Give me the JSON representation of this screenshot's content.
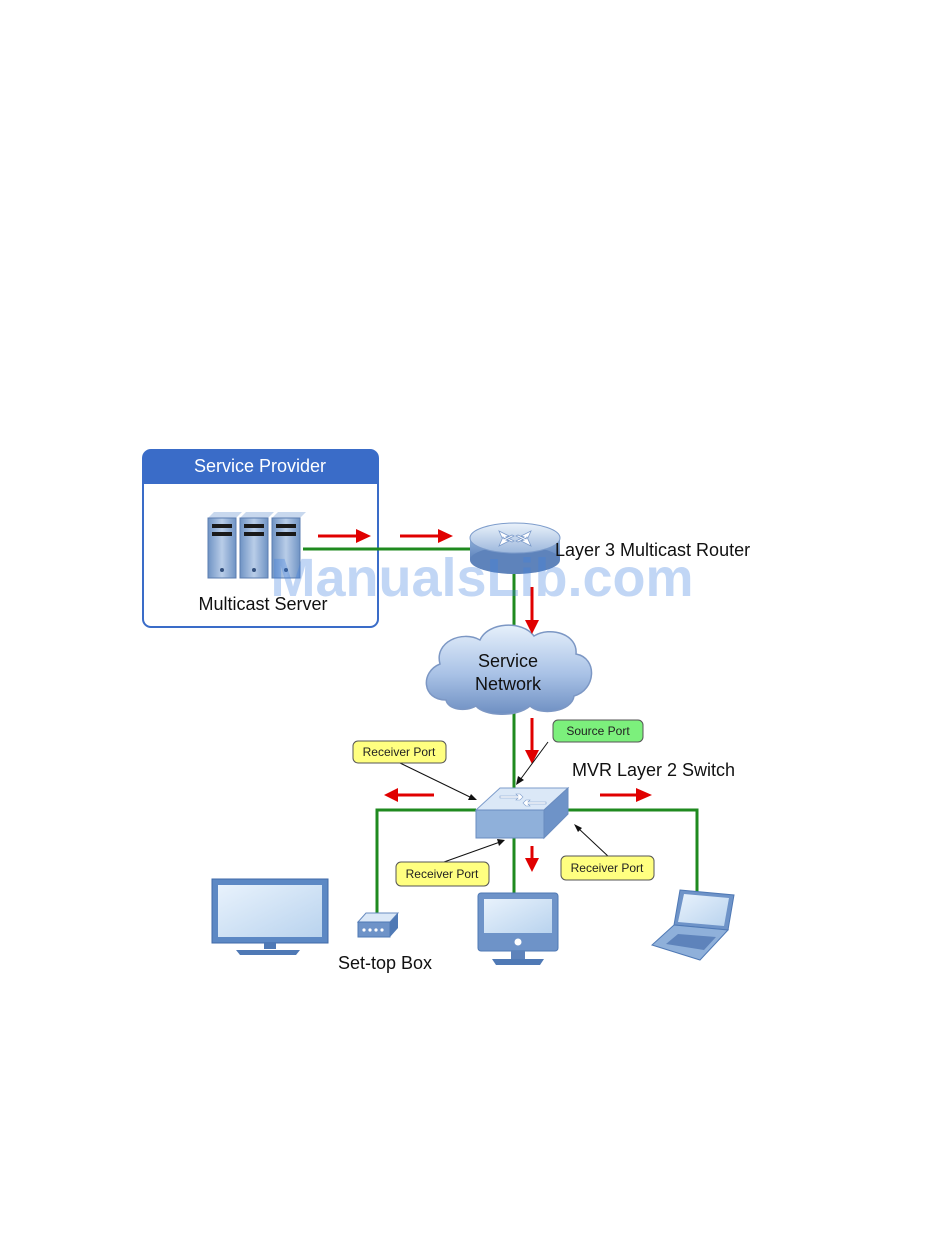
{
  "provider_box": {
    "title": "Service Provider",
    "server_label": "Multicast Server"
  },
  "router": {
    "label": "Layer 3 Multicast Router"
  },
  "cloud": {
    "line1": "Service",
    "line2": "Network"
  },
  "switch": {
    "label": "MVR Layer 2 Switch"
  },
  "tags": {
    "source_port": "Source Port",
    "receiver_port_top_left": "Receiver Port",
    "receiver_port_bottom_left": "Receiver Port",
    "receiver_port_right": "Receiver Port"
  },
  "devices": {
    "settop_label": "Set-top Box"
  },
  "watermark": "ManualsLib.com",
  "colors": {
    "link_line": "#1f8a1f",
    "traffic_arrow": "#e00000",
    "provider_header": "#3a6cc8",
    "receiver_tag": "#ffff80",
    "source_tag": "#7cf07c"
  }
}
